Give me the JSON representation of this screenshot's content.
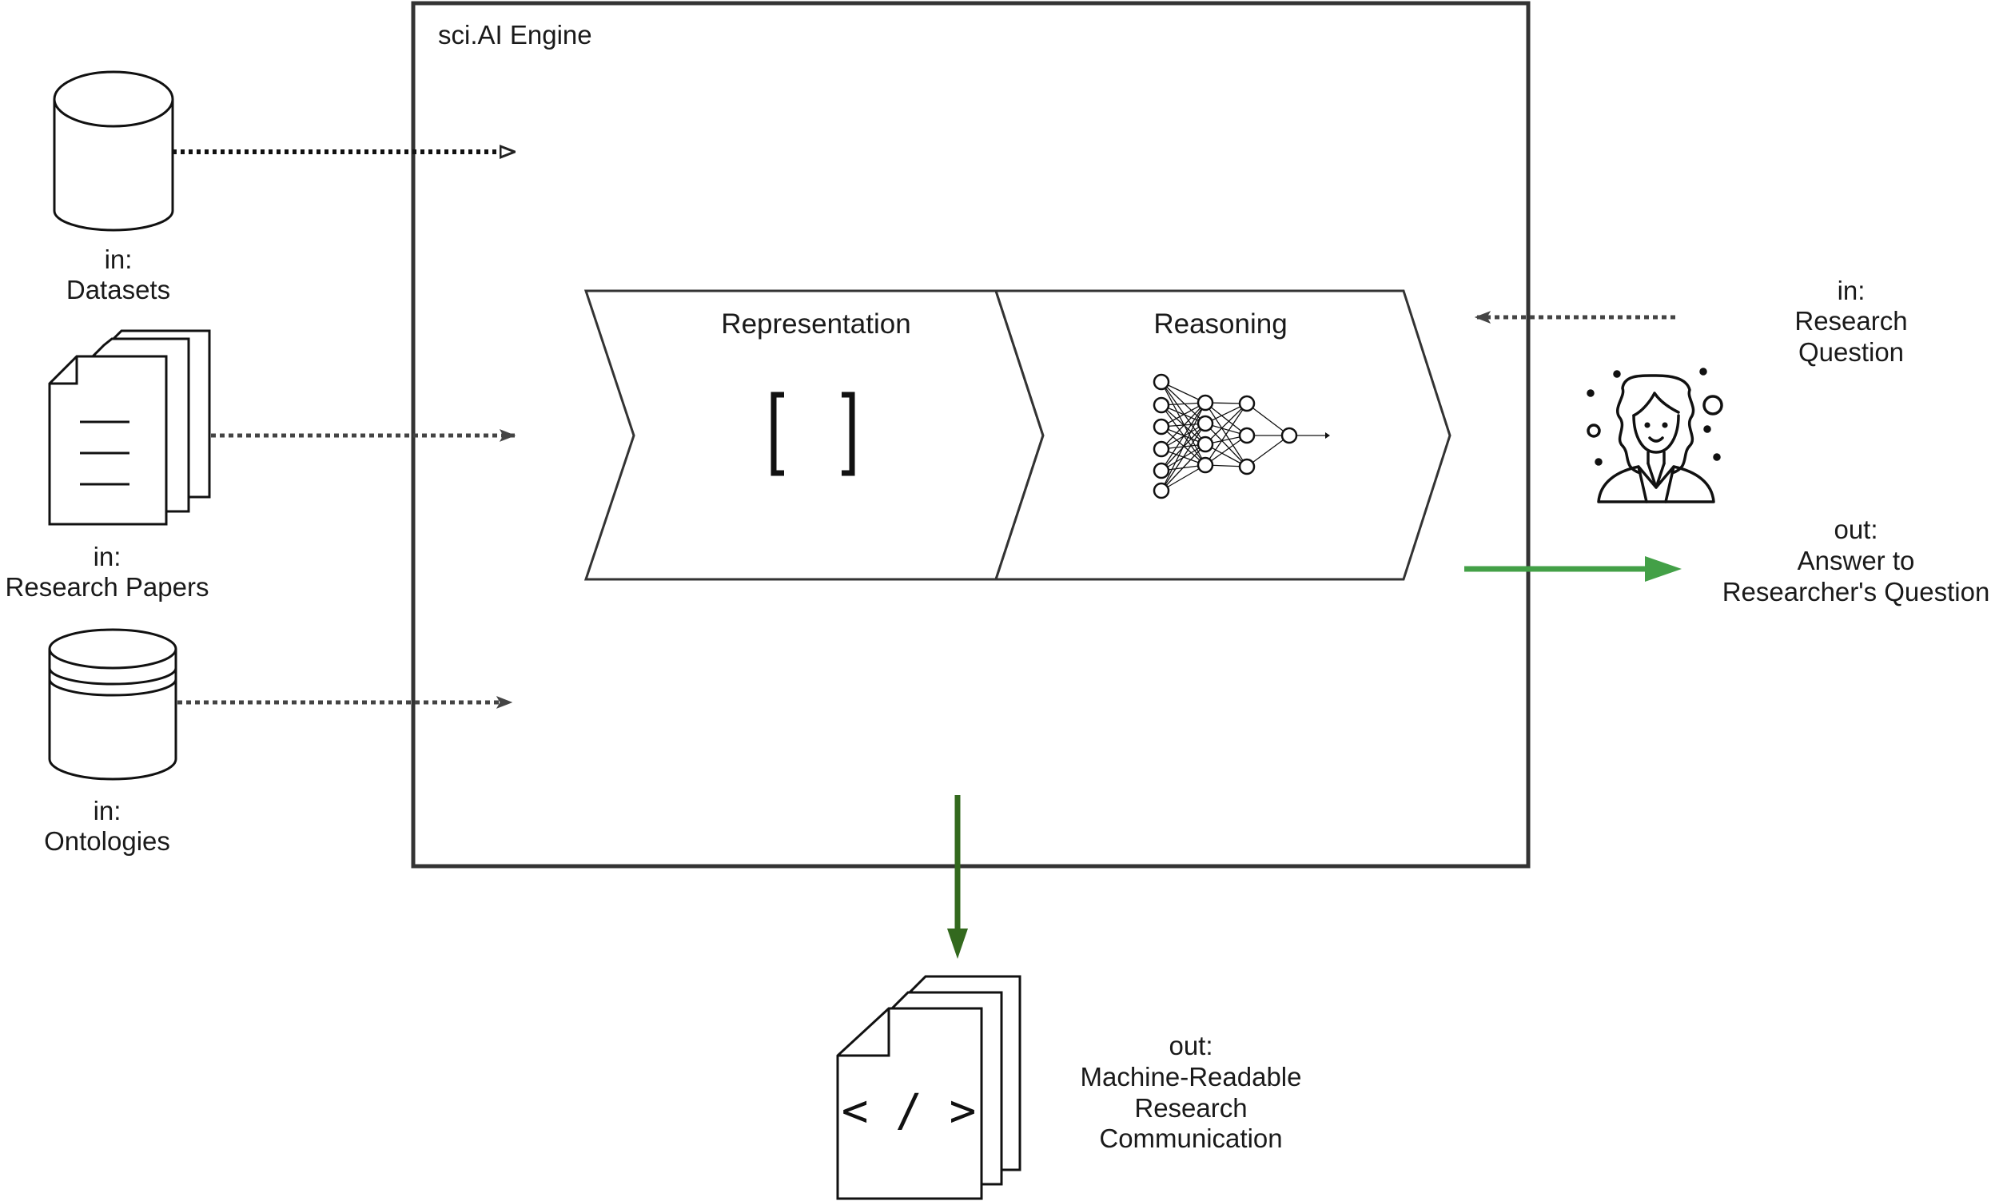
{
  "engine": {
    "title": "sci.AI Engine"
  },
  "inputs": {
    "datasets": {
      "line1": "in:",
      "line2": "Datasets"
    },
    "papers": {
      "line1": "in:",
      "line2": "Research Papers"
    },
    "ontologies": {
      "line1": "in:",
      "line2": "Ontologies"
    },
    "question": {
      "line1": "in:",
      "line2": "Research",
      "line3": "Question"
    }
  },
  "stages": {
    "representation": "Representation",
    "reasoning": "Reasoning"
  },
  "outputs": {
    "answer": {
      "line1": "out:",
      "line2": "Answer to",
      "line3": "Researcher's Question"
    },
    "communication": {
      "line1": "out:",
      "line2": "Machine-Readable",
      "line3": "Research",
      "line4": "Communication"
    }
  },
  "icons": {
    "datasets": "database-cylinder-icon",
    "papers": "document-stack-icon",
    "ontologies": "layered-database-icon",
    "researcher": "researcher-avatar-icon",
    "representation": "brackets-icon",
    "reasoning": "neural-network-icon",
    "communication": "code-document-stack-icon"
  },
  "colors": {
    "answer_arrow": "#43a047",
    "communication_arrow": "#33691e",
    "frame": "#333333"
  }
}
